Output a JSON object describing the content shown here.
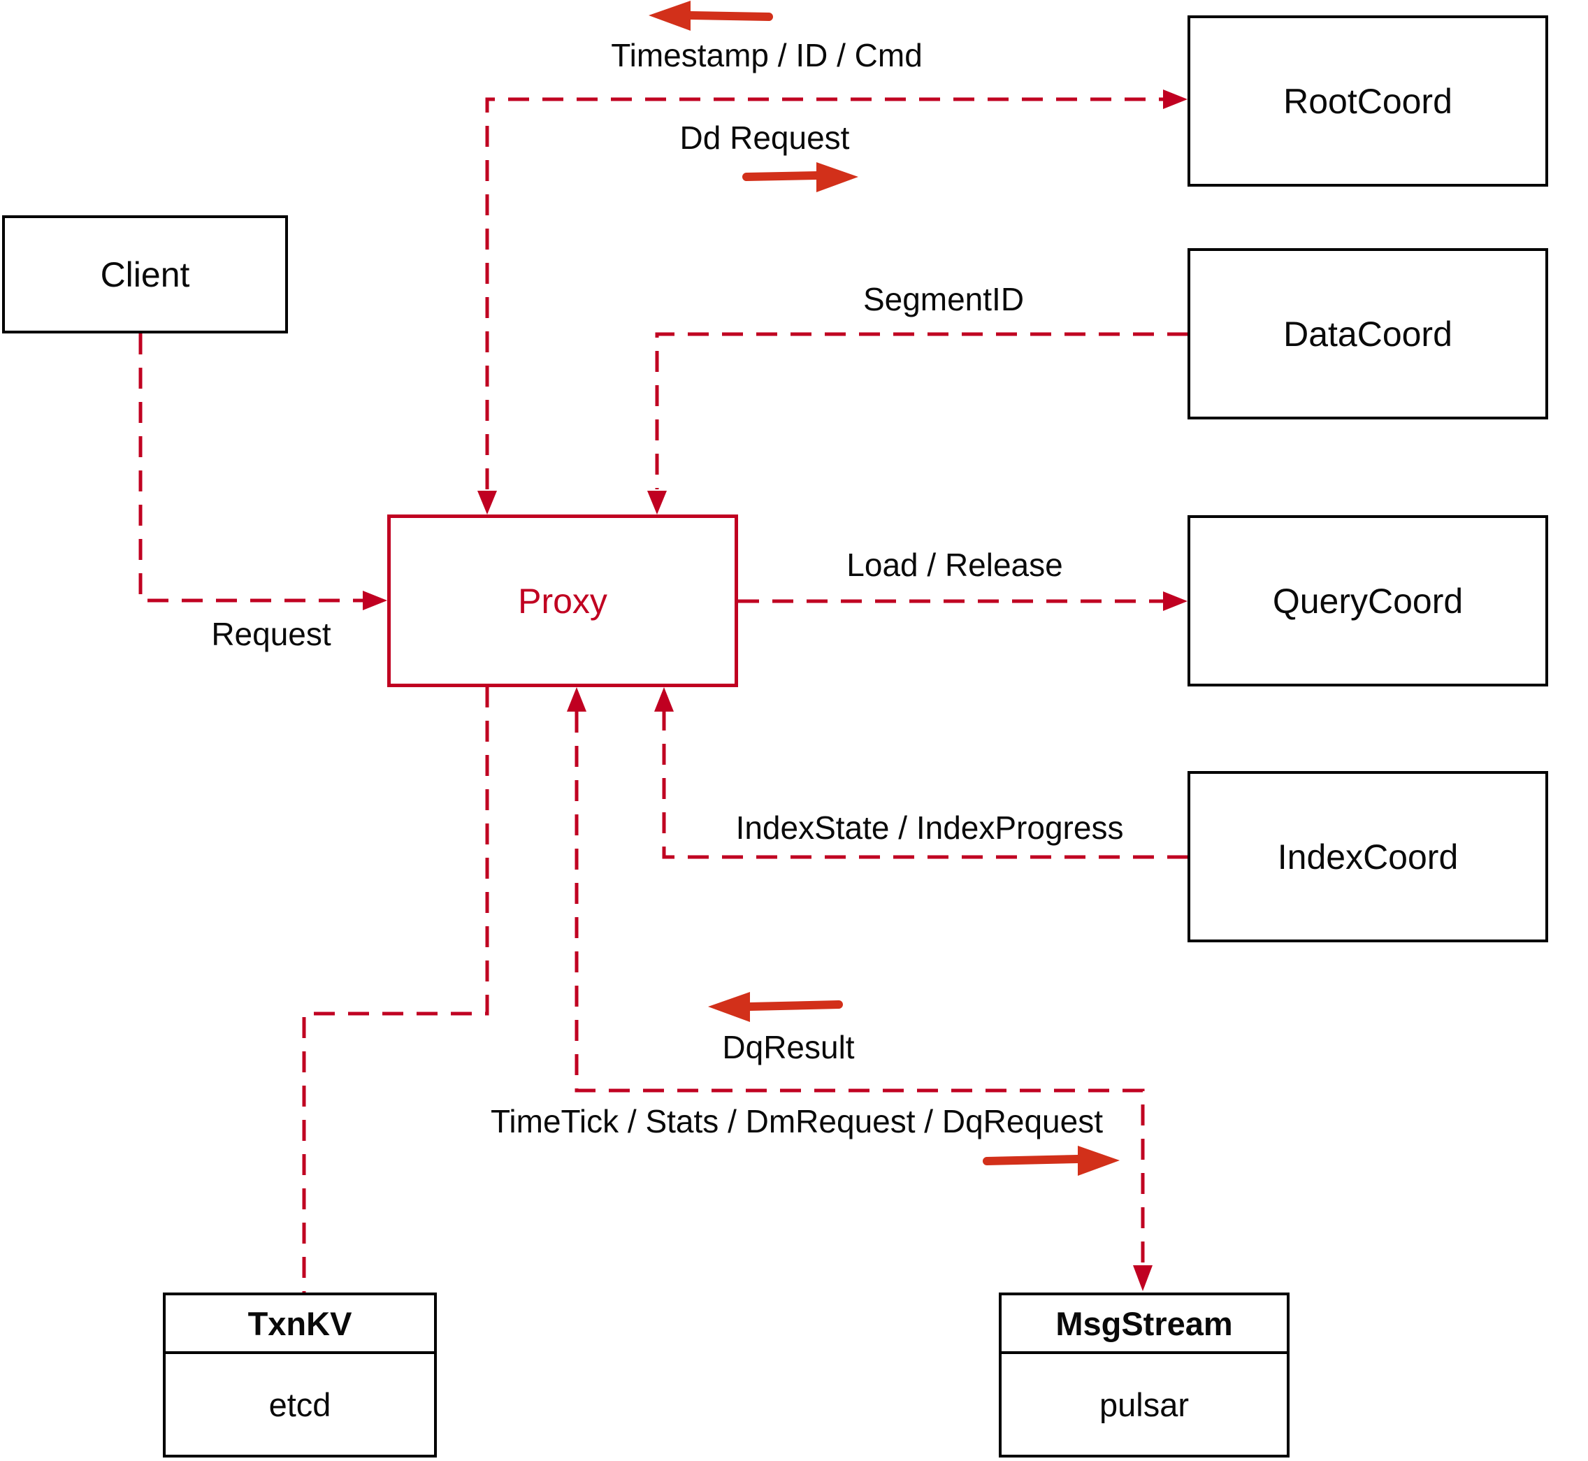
{
  "colors": {
    "dashed_line": "#c00021",
    "solid_arrow": "#d2301a",
    "box_border": "#000000",
    "proxy_accent": "#c00021"
  },
  "nodes": {
    "client": {
      "label": "Client"
    },
    "proxy": {
      "label": "Proxy"
    },
    "root_coord": {
      "label": "RootCoord"
    },
    "data_coord": {
      "label": "DataCoord"
    },
    "query_coord": {
      "label": "QueryCoord"
    },
    "index_coord": {
      "label": "IndexCoord"
    },
    "txn_kv": {
      "title": "TxnKV",
      "impl": "etcd"
    },
    "msg_stream": {
      "title": "MsgStream",
      "impl": "pulsar"
    }
  },
  "edges": {
    "request": {
      "label": "Request"
    },
    "timestamp_id_cmd": {
      "label": "Timestamp / ID / Cmd"
    },
    "dd_request": {
      "label": "Dd Request"
    },
    "segment_id": {
      "label": "SegmentID"
    },
    "load_release": {
      "label": "Load / Release"
    },
    "index_state": {
      "label": "IndexState / IndexProgress"
    },
    "dq_result": {
      "label": "DqResult"
    },
    "time_tick": {
      "label": "TimeTick / Stats / DmRequest / DqRequest"
    }
  }
}
